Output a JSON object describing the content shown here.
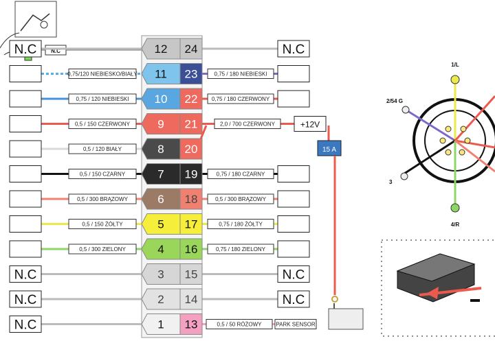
{
  "top_label": "N.C",
  "left_pins": [
    {
      "num": "12",
      "color": "#c7c7c7",
      "text": "#111",
      "label": "",
      "dev": "N.C",
      "wire": "#bbbbbb"
    },
    {
      "num": "11",
      "color": "#7fc4ec",
      "text": "#111",
      "label": "0,75/120 NIEBIESKO/BIAŁY",
      "dev": "",
      "wire": "#5aaee8"
    },
    {
      "num": "10",
      "color": "#5aa6e0",
      "text": "#ffffff",
      "label": "0,75 / 120 NIEBIESKI",
      "dev": "",
      "wire": "#4a90d9"
    },
    {
      "num": "9",
      "color": "#ee6a5e",
      "text": "#ffffff",
      "label": "0,5 / 150 CZERWONY",
      "dev": "",
      "wire": "#ec5a4e"
    },
    {
      "num": "8",
      "color": "#4a4a4a",
      "text": "#ffffff",
      "label": "0,5 / 120 BIAŁY",
      "dev": "",
      "wire": "#d8d8d8"
    },
    {
      "num": "7",
      "color": "#2a2a2a",
      "text": "#ffffff",
      "label": "0,5 / 150 CZARNY",
      "dev": "",
      "wire": "#111111"
    },
    {
      "num": "6",
      "color": "#9b7a66",
      "text": "#ffffff",
      "label": "0,5 / 300 BRĄZOWY",
      "dev": "",
      "wire": "#f08070"
    },
    {
      "num": "5",
      "color": "#f5ee3a",
      "text": "#111",
      "label": "0,5 / 150 ŻÓŁTY",
      "dev": "",
      "wire": "#ece94a"
    },
    {
      "num": "4",
      "color": "#9ad65a",
      "text": "#111",
      "label": "0,5 / 300 ZIELONY",
      "dev": "",
      "wire": "#8fd466"
    },
    {
      "num": "3",
      "color": "#d6d6d6",
      "text": "#444",
      "label": "",
      "dev": "N.C",
      "wire": "#bbbbbb"
    },
    {
      "num": "2",
      "color": "#e2e2e2",
      "text": "#444",
      "label": "",
      "dev": "N.C",
      "wire": "#bbbbbb"
    },
    {
      "num": "1",
      "color": "#f1f1f1",
      "text": "#111",
      "label": "",
      "dev": "N.C",
      "wire": "#bbbbbb"
    }
  ],
  "right_pins": [
    {
      "num": "24",
      "color": "#c7c7c7",
      "text": "#111",
      "label": "",
      "dev": "N.C",
      "wire": "#bbbbbb"
    },
    {
      "num": "23",
      "color": "#3a4f96",
      "text": "#ffffff",
      "label": "0,75 / 180 NIEBIESKI",
      "dev": "",
      "wire": "#8068c8"
    },
    {
      "num": "22",
      "color": "#ee6a5e",
      "text": "#ffffff",
      "label": "0,75 / 180 CZERWONY",
      "dev": "",
      "wire": "#ec5a4e"
    },
    {
      "num": "21",
      "color": "#ee6a5e",
      "text": "#ffffff",
      "label": "2,0 / 700 CZERWONY",
      "dev": "+12V",
      "wire": "#ec5a4e"
    },
    {
      "num": "20",
      "color": "#ee6a5e",
      "text": "#ffffff",
      "label": "",
      "dev": "",
      "wire": "#ec5a4e"
    },
    {
      "num": "19",
      "color": "#2a2a2a",
      "text": "#ffffff",
      "label": "0,75 / 180 CZARNY",
      "dev": "",
      "wire": "#111111"
    },
    {
      "num": "18",
      "color": "#f08070",
      "text": "#444",
      "label": "0,5 / 300 BRĄZOWY",
      "dev": "",
      "wire": "#f08070"
    },
    {
      "num": "17",
      "color": "#f5ee3a",
      "text": "#111",
      "label": "0,75 / 180 ŻÓŁTY",
      "dev": "",
      "wire": "#ece94a"
    },
    {
      "num": "16",
      "color": "#9ad65a",
      "text": "#111",
      "label": "0,75 / 180 ZIELONY",
      "dev": "",
      "wire": "#8fd466"
    },
    {
      "num": "15",
      "color": "#d6d6d6",
      "text": "#444",
      "label": "",
      "dev": "N.C",
      "wire": "#bbbbbb"
    },
    {
      "num": "14",
      "color": "#e2e2e2",
      "text": "#444",
      "label": "",
      "dev": "N.C",
      "wire": "#bbbbbb"
    },
    {
      "num": "13",
      "color": "#f4a0c0",
      "text": "#111",
      "label": "0,5 / 50 RÓŻOWY",
      "dev": "PARK SENSOR",
      "wire": "#f4a0c0"
    }
  ],
  "fuse": "15 A",
  "socket": {
    "pin1": "1/L",
    "pin2": "2/54 G",
    "pin3": "3",
    "pin4": "4/R"
  },
  "colors": {
    "red": "#ec5a4e",
    "blue": "#4a90d9",
    "green": "#8fd466",
    "yellow": "#ece94a",
    "purple": "#8068c8",
    "fuse_bg": "#3a78c0"
  }
}
